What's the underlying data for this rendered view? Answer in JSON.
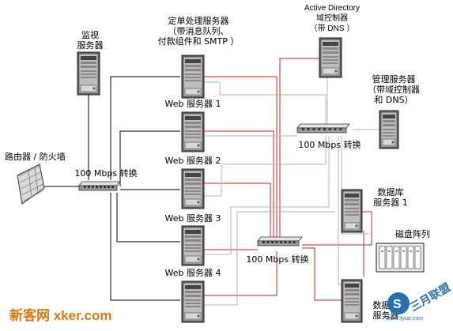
{
  "labels": {
    "monitor_server": "监视\n服务器",
    "order_server": "定单处理服务器\n（带消息队列、\n付款组件和 SMTP ）",
    "ad_server": "Active Directory\n域控制器\n（带 DNS ）",
    "mgmt_server": "管理服务器\n（带域控制器\n和 DNS）",
    "router": "路由器 / 防火墙",
    "switch_left": "100 Mbps 转换",
    "switch_right": "100 Mbps 转换",
    "switch_bottom": "100 Mbps 转换",
    "web1": "Web 服务器 1",
    "web2": "Web 服务器 2",
    "web3": "Web 服务器 3",
    "web4": "Web 服务器 4",
    "db1": "数据库\n服务器 1",
    "disk_array": "磁盘阵列",
    "db2": "数据库\n服务器"
  },
  "watermark": {
    "left_text": "新客网 xker.com",
    "right_text": "三月联盟",
    "right_sub": "www.3yue.com",
    "left_color": "#e07810",
    "right_color": "#2a6fb0"
  },
  "colors": {
    "red_link": "#d42020",
    "gray_link": "#b4b4b4",
    "black_link": "#000000"
  }
}
